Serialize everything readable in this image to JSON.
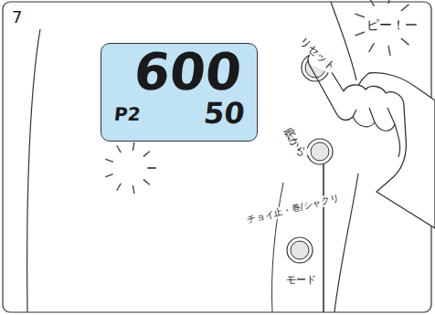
{
  "diagram": {
    "nodes": [
      {
        "text": [
          "600",
          "P2",
          "50"
        ]
      }
    ],
    "labels": [
      "7",
      "ピー！",
      "リセット",
      "底から",
      "チョイ止・巻/シャクリ",
      "モード"
    ]
  }
}
